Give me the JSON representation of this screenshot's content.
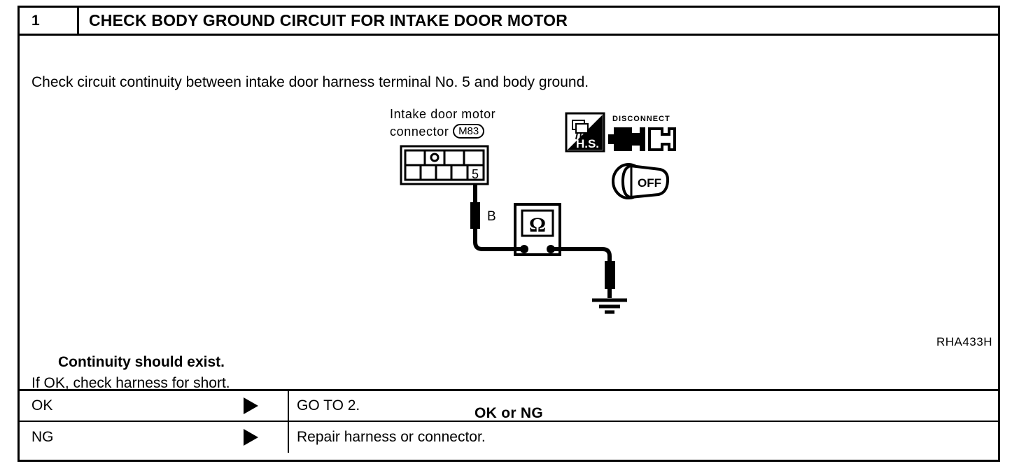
{
  "step": {
    "number": "1",
    "title": "CHECK BODY GROUND CIRCUIT FOR INTAKE DOOR MOTOR",
    "instruction": "Check circuit continuity between intake door harness terminal No. 5 and body ground."
  },
  "figure": {
    "connector_caption_line1": "Intake door  motor",
    "connector_caption_line2": "connector",
    "connector_badge": "M83",
    "connector_terminal_label": "5",
    "connector_marker": "O",
    "wire_label": "B",
    "meter_symbol": "Ω",
    "hs_icon_label": "H.S.",
    "disconnect_label": "DISCONNECT",
    "ignition_label": "OFF",
    "figure_code": "RHA433H"
  },
  "conclusion": {
    "bold_line": "Continuity should exist.",
    "note_line": "If OK, check harness for short.",
    "decision_line": "OK or NG"
  },
  "results": [
    {
      "label": "OK",
      "action": "GO TO 2."
    },
    {
      "label": "NG",
      "action": "Repair harness or connector."
    }
  ],
  "colors": {
    "ink": "#000000",
    "paper": "#ffffff"
  }
}
